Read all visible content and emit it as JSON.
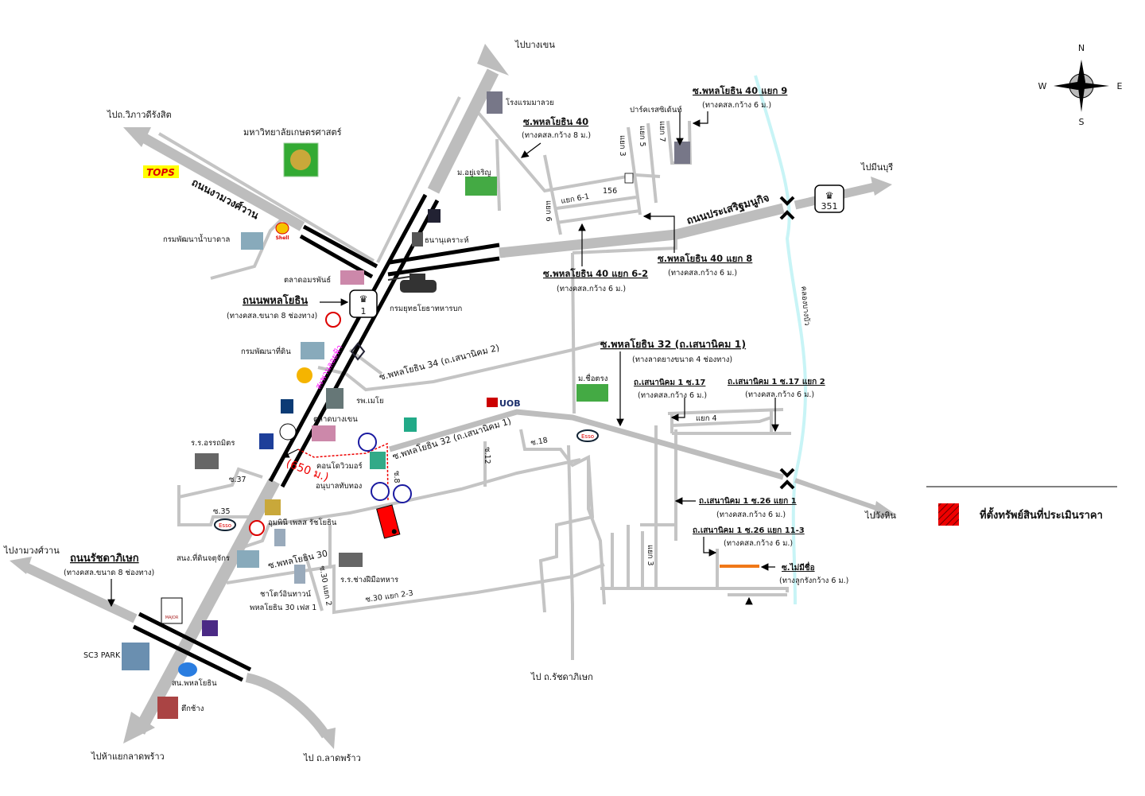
{
  "compass": {
    "n": "N",
    "s": "S",
    "e": "E",
    "w": "W"
  },
  "destinations": {
    "bang_khen": "ไปบางเขน",
    "vibhavadi": "ไปถ.วิภาวดีรังสิต",
    "min_buri": "ไปมีนบุรี",
    "wang_hin": "ไปวังหิน",
    "don_mueang": "ไปงามวงศ์วาน",
    "ladprao_junction": "ไปห้าแยกลาดพร้าว",
    "ladprao_road": "ไป ถ.ลาดพร้าว",
    "ratchada_south": "ไป ถ.รัชดาภิเษก"
  },
  "roads": {
    "ngam_wong_wan": "ถนนงามวงศ์วาน",
    "phahon_name": "ถนนพหลโยธิน",
    "phahon_note": "(ทางคสล.ขนาด 8 ช่องทาง)",
    "prasert": "ถนนประเสริฐมนูกิจ",
    "ratchada_name": "ถนนรัชดาภิเษก",
    "ratchada_note": "(ทางคสล.ขนาด 8 ช่องทาง)",
    "soi40_name": "ซ.พหลโยธิน 40",
    "soi40_note": "(ทางคสล.กว้าง 8 ม.)",
    "soi40_9_name": "ซ.พหลโยธิน 40 แยก 9",
    "soi40_9_note": "(ทางคสล.กว้าง 6 ม.)",
    "soi40_62_name": "ซ.พหลโยธิน 40 แยก 6-2",
    "soi40_62_note": "(ทางคสล.กว้าง 6 ม.)",
    "soi40_8_name": "ซ.พหลโยธิน 40 แยก 8",
    "soi40_8_note": "(ทางคสล.กว้าง 6 ม.)",
    "yaek3": "แยก 3",
    "yaek5": "แยก 5",
    "yaek7": "แยก 7",
    "yaek6": "แยก 6",
    "yaek61": "แยก 6-1",
    "no156": "156",
    "soi32_name": "ซ.พหลโยธิน 32 (ถ.เสนานิคม 1)",
    "soi32_note": "(ทางลาดยางขนาด 4 ช่องทาง)",
    "soi32_label": "ซ.พหลโยธิน 32 (ถ.เสนานิคม 1)",
    "soi34_label": "ซ.พหลโยธิน 34 (ถ.เสนานิคม 2)",
    "s17_name": "ถ.เสนานิคม 1 ซ.17",
    "s17_note": "(ทางคสล.กว้าง 6 ม.)",
    "s17_2_name": "ถ.เสนานิคม 1 ซ.17 แยก 2",
    "s17_2_note": "(ทางคสล.กว้าง 6 ม.)",
    "yaek4": "แยก 4",
    "s26_1_name": "ถ.เสนานิคม 1 ซ.26 แยก 1",
    "s26_1_note": "(ทางคสล.กว้าง 6 ม.)",
    "s26_113_name": "ถ.เสนานิคม 1 ซ.26 แยก 11-3",
    "s26_113_note": "(ทางคสล.กว้าง 6 ม.)",
    "noname_name": "ซ.ไม่มีชื่อ",
    "noname_note": "(ทางลูกรังกว้าง 6 ม.)",
    "yaek3b": "แยก 3",
    "soi18": "ซ.18",
    "soi12": "ซ.12",
    "soi8": "ซ.8",
    "soi37": "ซ.37",
    "soi35": "ซ.35",
    "soi30": "ซ.พหลโยธิน 30",
    "soi30_2": "ซ.30 แยก 2",
    "soi30_23": "ซ.30 แยก 2-3",
    "canal": "คลองบางบัว",
    "skywalk": "สะพานลอยฟ้า"
  },
  "shields": {
    "hwy1": "1",
    "hwy351": "351"
  },
  "places": {
    "ku": "มหาวิทยาลัยเกษตรศาสตร์",
    "groundwater": "กรมพัฒนาน้ำบาดาล",
    "market_amorn": "ตลาดอมรพันธ์",
    "marvey": "โรงแรมมาลวย",
    "yoocharoen": "ม.อยู่เจริญ",
    "thananukroh": "ธนานุเคราะห์",
    "army": "กรมยุทธโยธาทหารบก",
    "park_residence": "ปาร์คเรสซิเด้นท์",
    "land_dev": "กรมพัฒนาที่ดิน",
    "mayo": "รพ.เมโย",
    "bangkhen_market": "ตลาดบางเขน",
    "arunmit": "ร.ร.อรรถมิตร",
    "condo": "คอนโดวิวมอร์",
    "kindergarten": "อนุบาลทับทอง",
    "umphinee": "อุมพินี เพลส รัชโยธิน",
    "chatuchak_office": "สนง.ที่ดินจตุจักร",
    "chateau": "ชาโตว์อินทาวน์",
    "chateau2": "พหลโยธิน 30 เฟส 1",
    "craft_school": "ร.ร.ช่างฝีมือทหาร",
    "chuetrong": "ม.ชื่อตรง",
    "sc3": "SC3 PARK",
    "phahon_station": "สน.พหลโยธิน",
    "elephant": "ตึกช้าง",
    "uob": "UOB",
    "tops": "TOPS",
    "shell": "Shell",
    "esso": "Esso",
    "major": "MAJOR"
  },
  "distance": "(650 ม.)",
  "legend": {
    "label": "ที่ตั้งทรัพย์สินที่ประเมินราคา"
  },
  "colors": {
    "road": "#bdbdbd",
    "canal": "#c8f4f6",
    "subject": "#ff0000",
    "unnamed_soi": "#f07818",
    "skywalk": "#ff00ff"
  }
}
